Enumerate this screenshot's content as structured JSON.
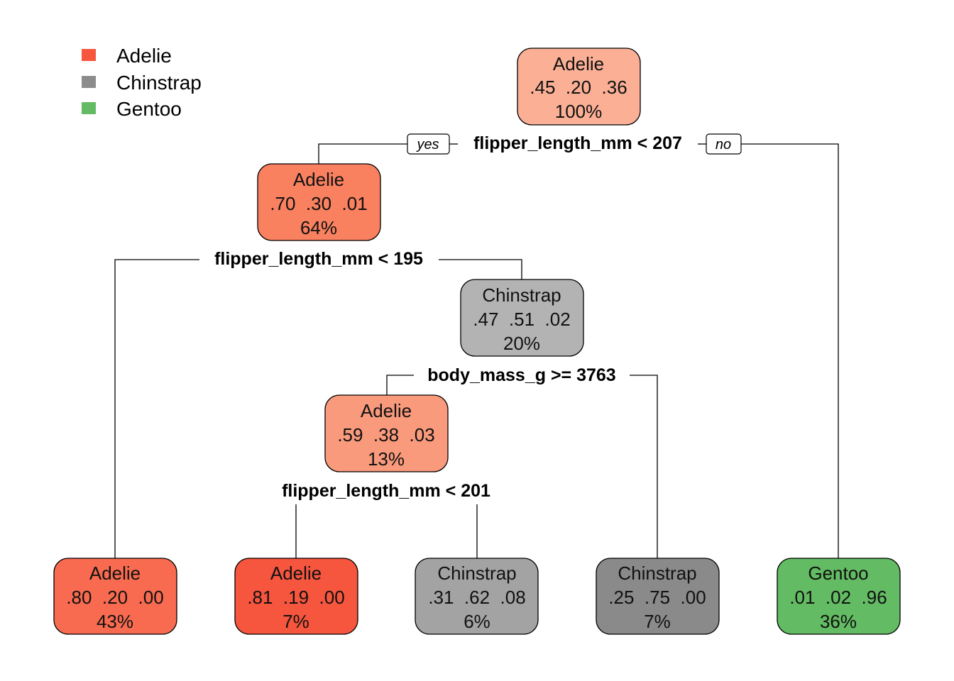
{
  "legend": [
    {
      "label": "Adelie",
      "color": "#f5563d"
    },
    {
      "label": "Chinstrap",
      "color": "#8c8c8c"
    },
    {
      "label": "Gentoo",
      "color": "#63bb63"
    }
  ],
  "branch_labels": {
    "yes": "yes",
    "no": "no"
  },
  "nodes": [
    {
      "id": "n1",
      "class": "Adelie",
      "probs": ".45  .20  .36",
      "pct": "100%",
      "color": "#fbb096"
    },
    {
      "id": "n2",
      "class": "Adelie",
      "probs": ".70  .30  .01",
      "pct": "64%",
      "color": "#f98160"
    },
    {
      "id": "n3",
      "class": "Chinstrap",
      "probs": ".47  .51  .02",
      "pct": "20%",
      "color": "#b3b3b3"
    },
    {
      "id": "n4",
      "class": "Adelie",
      "probs": ".59  .38  .03",
      "pct": "13%",
      "color": "#f99a7c"
    },
    {
      "id": "l1",
      "class": "Adelie",
      "probs": ".80  .20  .00",
      "pct": "43%",
      "color": "#f86b50"
    },
    {
      "id": "l2",
      "class": "Adelie",
      "probs": ".81  .19  .00",
      "pct": "7%",
      "color": "#f6553e"
    },
    {
      "id": "l3",
      "class": "Chinstrap",
      "probs": ".31  .62  .08",
      "pct": "6%",
      "color": "#a3a3a3"
    },
    {
      "id": "l4",
      "class": "Chinstrap",
      "probs": ".25  .75  .00",
      "pct": "7%",
      "color": "#8a8a8a"
    },
    {
      "id": "l5",
      "class": "Gentoo",
      "probs": ".01  .02  .96",
      "pct": "36%",
      "color": "#63bb63"
    }
  ],
  "splits": [
    {
      "id": "s1",
      "label": "flipper_length_mm < 207"
    },
    {
      "id": "s2",
      "label": "flipper_length_mm < 195"
    },
    {
      "id": "s3",
      "label": "body_mass_g >= 3763"
    },
    {
      "id": "s4",
      "label": "flipper_length_mm < 201"
    }
  ]
}
